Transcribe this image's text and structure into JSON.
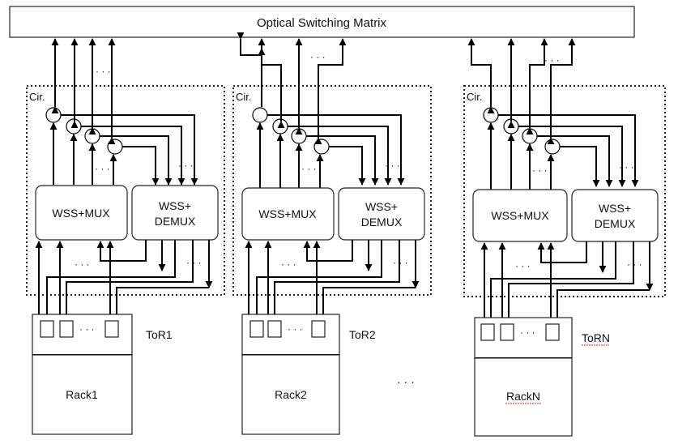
{
  "title": "Optical Switching Matrix",
  "circulator_label": "Cir.",
  "mux_label": "WSS+MUX",
  "demux_label_line1": "WSS+",
  "demux_label_line2": "DEMUX",
  "ellipsis": "· · ·",
  "racks": [
    {
      "tor": "ToR1",
      "rack": "Rack1"
    },
    {
      "tor": "ToR2",
      "rack": "Rack2"
    },
    {
      "tor": "ToRN",
      "rack": "RackN"
    }
  ],
  "between_racks": "· · ·"
}
